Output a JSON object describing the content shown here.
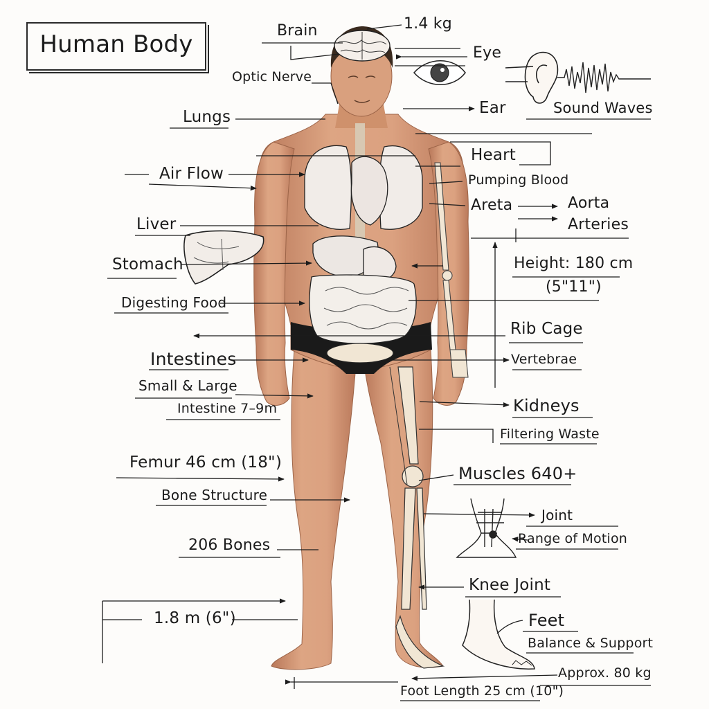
{
  "title": "Human Body",
  "colors": {
    "ink": "#1c1c1c",
    "skin": "#d59a74",
    "skin_shade": "#b9785a",
    "bone": "#f1e6d4",
    "organ_fill": "#efeae6",
    "brief": "#1a1a1a",
    "hair": "#3a2a1e"
  },
  "labels": {
    "brain": "Brain",
    "brain_weight": "1.4 kg",
    "eye": "Eye",
    "optic_nerve": "Optic Nerve",
    "ear": "Ear",
    "sound_waves": "Sound Waves",
    "lungs": "Lungs",
    "heart": "Heart",
    "air_flow": "Air Flow",
    "pumping_blood": "Pumping Blood",
    "areta": "Areta",
    "aorta": "Aorta",
    "arteries": "Arteries",
    "liver": "Liver",
    "stomach": "Stomach",
    "height": "Height: 180 cm",
    "height_imperial": "(5\"11\")",
    "digesting_food": "Digesting Food",
    "rib_cage": "Rib Cage",
    "intestines": "Intestines",
    "vertebrae": "Vertebrae",
    "small_large": "Small & Large",
    "intestine_length": "Intestine 7–9m",
    "kidneys": "Kidneys",
    "filtering_waste": "Filtering Waste",
    "femur": "Femur 46 cm (18\")",
    "muscles": "Muscles 640+",
    "bone_structure": "Bone Structure",
    "joint": "Joint",
    "range_of_motion": "Range of Motion",
    "bones": "206 Bones",
    "knee_joint": "Knee Joint",
    "total_height": "1.8 m (6\")",
    "feet": "Feet",
    "balance_support": "Balance & Support",
    "weight": "Approx. 80 kg",
    "foot_length": "Foot Length 25 cm (10\")"
  }
}
